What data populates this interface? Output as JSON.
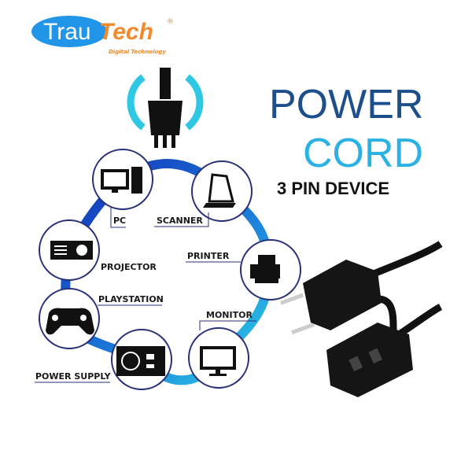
{
  "brand": {
    "name_part1": "Trau",
    "name_part2": "Tech",
    "registered": "®",
    "tagline": "Digital Technology",
    "color_blue": "#2196e8",
    "color_orange": "#f08a2c"
  },
  "headline": {
    "line1": "POWER",
    "line2": "CORD",
    "line3": "3 PIN DEVICE",
    "color_line1": "#1d4f8c",
    "color_line2": "#29b2e3"
  },
  "devices": [
    {
      "label": "PC",
      "icon": "desktop-pc-icon"
    },
    {
      "label": "SCANNER",
      "icon": "scanner-icon"
    },
    {
      "label": "PRINTER",
      "icon": "printer-icon"
    },
    {
      "label": "MONITOR",
      "icon": "monitor-icon"
    },
    {
      "label": "POWER SUPPLY",
      "icon": "power-supply-icon"
    },
    {
      "label": "PLAYSTATION",
      "icon": "gamepad-icon"
    },
    {
      "label": "PROJECTOR",
      "icon": "projector-icon"
    }
  ],
  "colors": {
    "ring_dark": "#1530b8",
    "ring_light": "#2fd2e6",
    "circle_stroke": "#2a2f7a"
  }
}
